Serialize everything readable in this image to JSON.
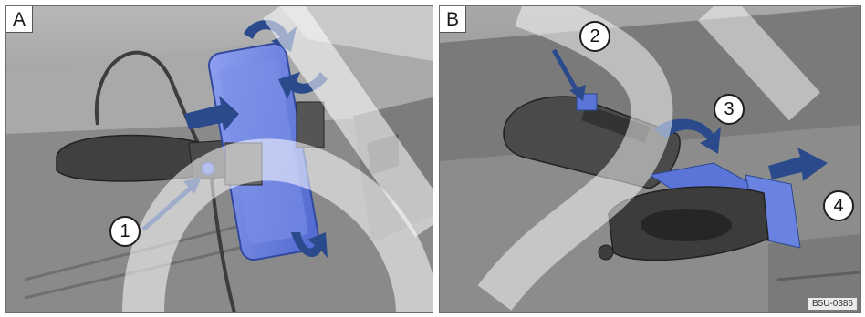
{
  "panels": [
    {
      "label": "A",
      "callouts": [
        "1"
      ],
      "icons": [
        "phone-holder-icon",
        "smartphone-icon",
        "cable-icon",
        "curved-arrow-icon",
        "pointer-arrow-icon"
      ]
    },
    {
      "label": "B",
      "callouts": [
        "2",
        "3",
        "4"
      ],
      "icons": [
        "holder-base-icon",
        "release-button-icon",
        "clip-icon",
        "curved-arrow-icon",
        "pointer-arrow-icon"
      ]
    }
  ],
  "image_code": "B5U-0386",
  "colors": {
    "accent_blue": "#5b74d8",
    "arrow_dark_blue": "#2a4a8c",
    "device_dark": "#3b3b3b",
    "background_gray": "#9a9a9a",
    "watermark_white": "#ffffff"
  }
}
